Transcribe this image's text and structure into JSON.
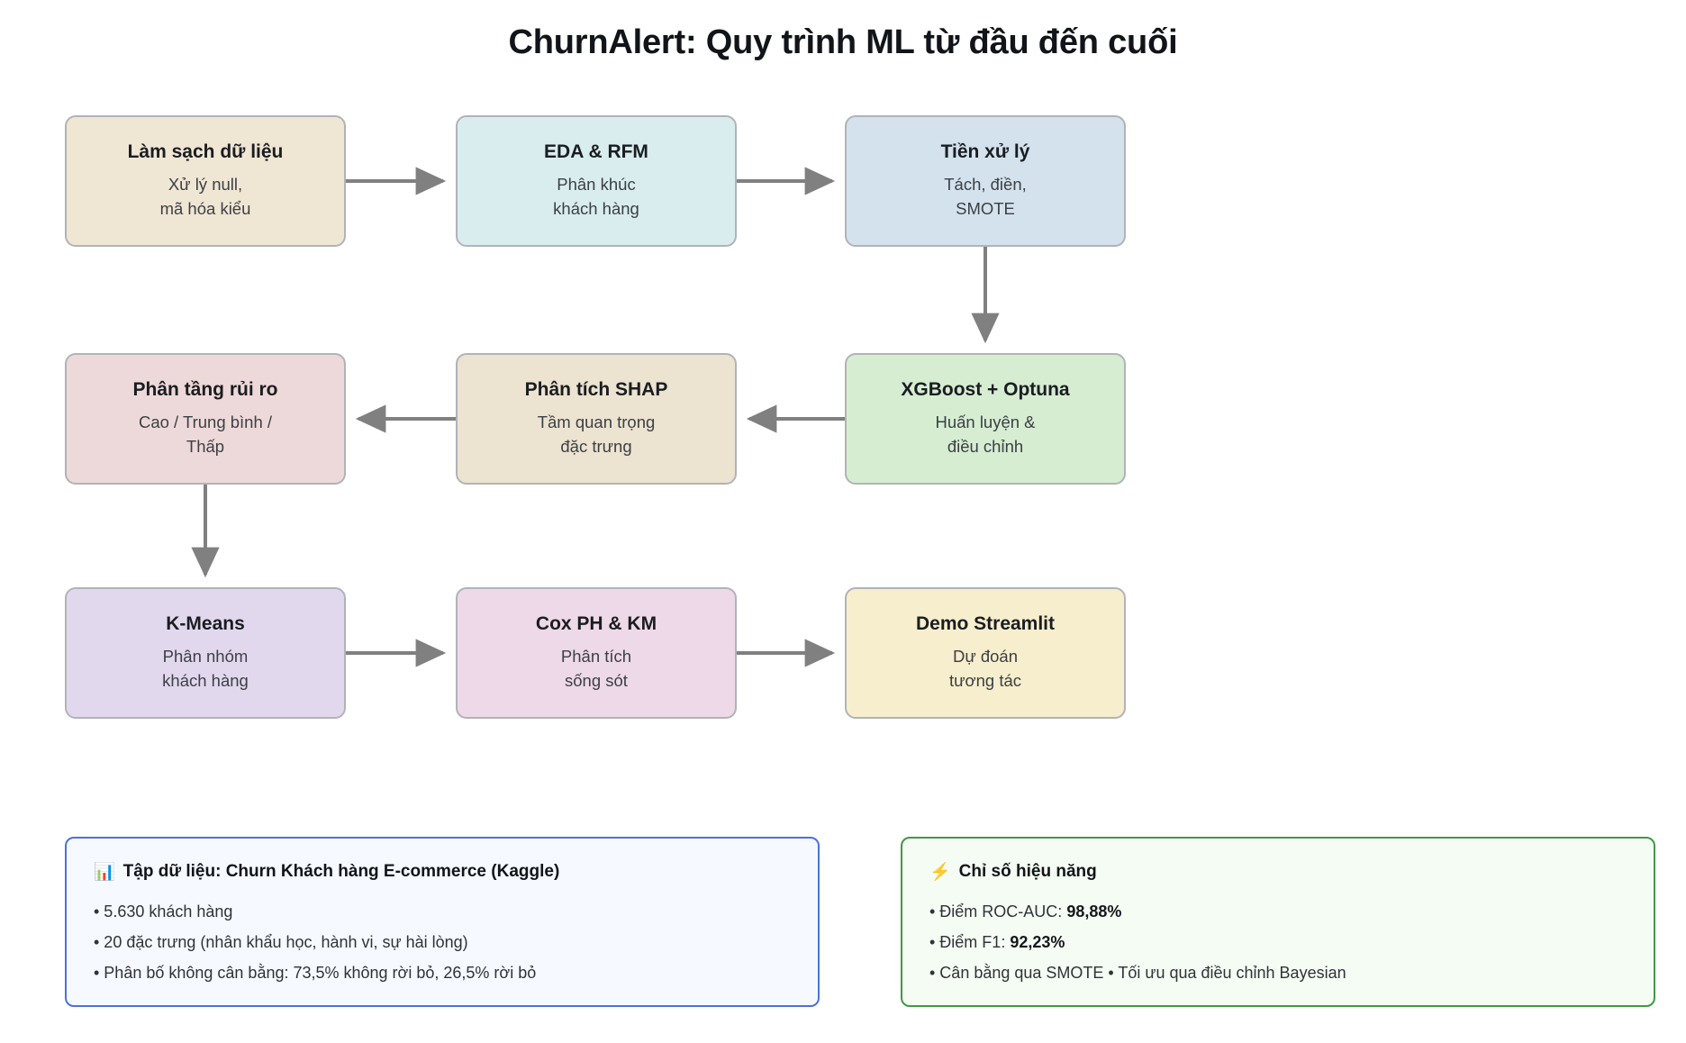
{
  "title": "ChurnAlert: Quy trình ML từ đầu đến cuối",
  "flow": {
    "nodes": [
      {
        "id": "data-cleaning",
        "title": "Làm sạch dữ liệu",
        "desc": "Xử lý null,\nmã hóa kiểu",
        "color": "#f0e6d4"
      },
      {
        "id": "eda-rfm",
        "title": "EDA & RFM",
        "desc": "Phân khúc\nkhách hàng",
        "color": "#d9edef"
      },
      {
        "id": "preprocessing",
        "title": "Tiền xử lý",
        "desc": "Tách, điền,\nSMOTE",
        "color": "#d4e2ee"
      },
      {
        "id": "risk-tiering",
        "title": "Phân tầng rủi ro",
        "desc": "Cao / Trung bình /\nThấp",
        "color": "#eed9da"
      },
      {
        "id": "shap-analysis",
        "title": "Phân tích SHAP",
        "desc": "Tầm quan trọng\nđặc trưng",
        "color": "#ece3d0"
      },
      {
        "id": "xgboost-optuna",
        "title": "XGBoost + Optuna",
        "desc": "Huấn luyện &\nđiều chỉnh",
        "color": "#d6edd2"
      },
      {
        "id": "kmeans",
        "title": "K-Means",
        "desc": "Phân nhóm\nkhách hàng",
        "color": "#e2d8ee"
      },
      {
        "id": "cox-ph-km",
        "title": "Cox PH & KM",
        "desc": "Phân tích\nsống sót",
        "color": "#eed9e8"
      },
      {
        "id": "streamlit-demo",
        "title": "Demo Streamlit",
        "desc": "Dự đoán\ntương tác",
        "color": "#f7eecd"
      }
    ],
    "arrow_color": "#808080"
  },
  "panels": {
    "dataset": {
      "icon": "📊",
      "icon_name": "bar-chart-icon",
      "heading": "Tập dữ liệu: Churn Khách hàng E-commerce (Kaggle)",
      "accent": "#4a73d8",
      "lines": [
        "• 5.630 khách hàng",
        "• 20 đặc trưng (nhân khẩu học, hành vi, sự hài lòng)",
        "• Phân bố không cân bằng: 73,5% không rời bỏ, 26,5% rời bỏ"
      ]
    },
    "performance": {
      "icon": "⚡",
      "icon_name": "lightning-bolt-icon",
      "heading": "Chỉ số hiệu năng",
      "accent": "#3f9a43",
      "lines": [
        {
          "prefix": "• Điểm ROC-AUC: ",
          "value": "98,88%",
          "suffix": ""
        },
        {
          "prefix": "• Điểm F1: ",
          "value": "92,23%",
          "suffix": ""
        },
        {
          "prefix": "• Cân bằng qua SMOTE • Tối ưu qua điều chỉnh Bayesian",
          "value": "",
          "suffix": ""
        }
      ]
    }
  }
}
